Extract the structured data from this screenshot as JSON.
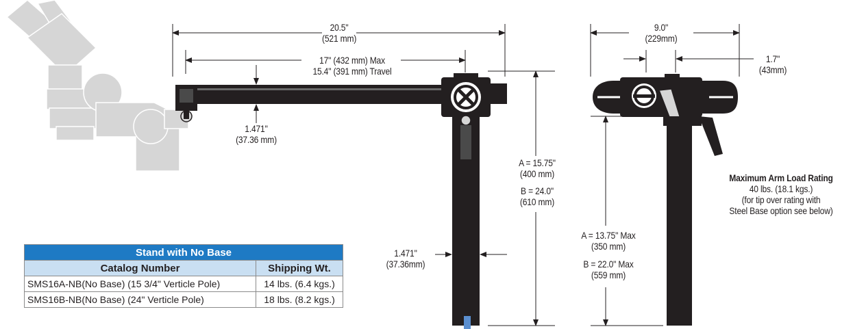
{
  "colors": {
    "steel": "#231f20",
    "microscope_gray": "#d6d6d6",
    "table_header_blue": "#1e7ac4",
    "table_subheader_blue": "#c9dff2"
  },
  "dims": {
    "arm_length": {
      "in": "20.5\"",
      "mm": "(521 mm)"
    },
    "travel": {
      "line1": "17\" (432 mm) Max",
      "line2": "15.4\" (391 mm) Travel"
    },
    "arm_thickness": {
      "in": "1.471\"",
      "mm": "(37.36 mm)"
    },
    "pole_height_a": {
      "in": "A = 15.75\"",
      "mm": "(400 mm)"
    },
    "pole_height_b": {
      "in": "B = 24.0\"",
      "mm": "(610 mm)"
    },
    "pole_thickness": {
      "in": "1.471\"",
      "mm": "(37.36mm)"
    },
    "side_width": {
      "in": "9.0\"",
      "mm": "(229mm)"
    },
    "side_offset": {
      "in": "1.7\"",
      "mm": "(43mm)"
    },
    "side_height_a": {
      "in": "A = 13.75\" Max",
      "mm": "(350 mm)"
    },
    "side_height_b": {
      "in": "B = 22.0\" Max",
      "mm": "(559 mm)"
    }
  },
  "load_rating": {
    "title": "Maximum Arm Load Rating",
    "line1": "40 lbs. (18.1 kgs.)",
    "line2": "(for tip over rating with",
    "line3": "Steel Base option see below)"
  },
  "table": {
    "title": "Stand with No Base",
    "headers": [
      "Catalog Number",
      "Shipping Wt."
    ],
    "rows": [
      {
        "catalog": "SMS16A-NB(No Base) (15 3/4\" Verticle Pole)",
        "weight": "14 lbs. (6.4 kgs.)"
      },
      {
        "catalog": "SMS16B-NB(No Base)  (24\" Verticle Pole)",
        "weight": "18 lbs. (8.2 kgs.)"
      }
    ]
  }
}
